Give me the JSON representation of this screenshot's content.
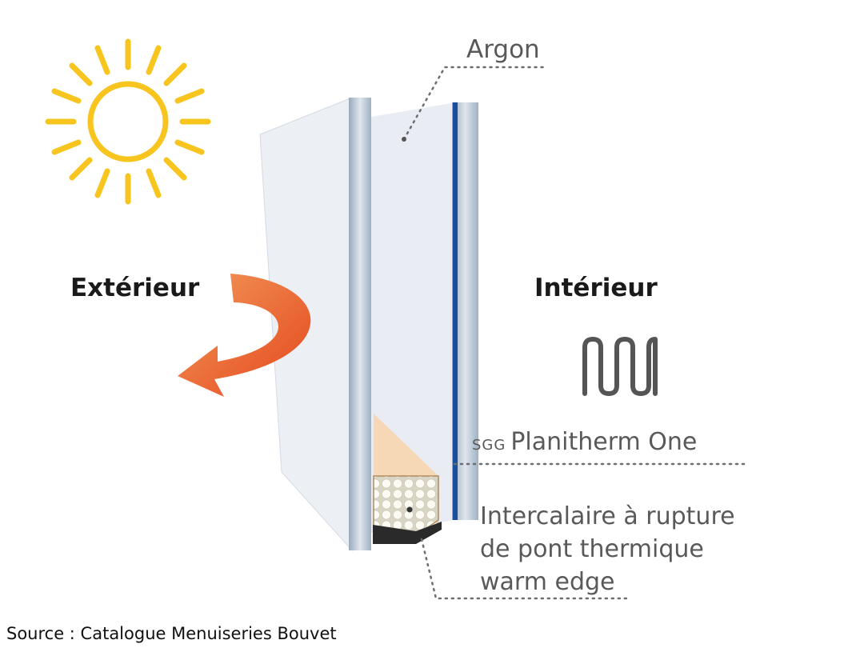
{
  "labels": {
    "argon": "Argon",
    "exterieur": "Extérieur",
    "interieur": "Intérieur",
    "sgg_prefix": "SGG",
    "planitherm": "Planitherm One",
    "intercalaire_line1": "Intercalaire à rupture",
    "intercalaire_line2": "de pont thermique",
    "intercalaire_line3": "warm edge"
  },
  "source": "Source : Catalogue Menuiseries Bouvet",
  "icons": [
    "sun-icon",
    "heat-arrow-icon",
    "radiator-icon"
  ],
  "colors": {
    "sun": "#f7c51e",
    "arrow": "#ea5b24",
    "coating": "#1b4f9c",
    "glass": "#e8ecf2",
    "glass_edge": "#a9b8c8",
    "spacer": "#f2c9a0",
    "text": "#58595b"
  }
}
